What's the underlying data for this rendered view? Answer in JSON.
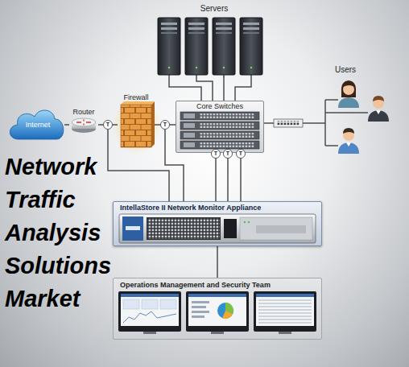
{
  "diagram": {
    "title": "Network Traffic Analysis Solutions Market",
    "nodes": [
      {
        "text": [
          "Servers"
        ]
      },
      {
        "text": [
          "Users"
        ]
      },
      {
        "text": [
          "Internet"
        ]
      },
      {
        "text": [
          "Router"
        ]
      },
      {
        "text": [
          "Firewall"
        ]
      },
      {
        "text": [
          "Core Switches"
        ]
      },
      {
        "text": [
          "IntellaStore II Network Monitor Appliance"
        ]
      },
      {
        "text": [
          "Operations Management and Security Team"
        ]
      }
    ],
    "edges": [
      {
        "from": 2,
        "to": 3,
        "arrow": "none"
      },
      {
        "from": 3,
        "to": 4,
        "label": "T",
        "arrow": "none"
      },
      {
        "from": 4,
        "to": 5,
        "label": "T",
        "arrow": "none"
      },
      {
        "from": 0,
        "to": 5,
        "arrow": "none"
      },
      {
        "from": 5,
        "to": 1,
        "arrow": "none"
      },
      {
        "from": 5,
        "to": 6,
        "label": "T",
        "arrow": "none"
      },
      {
        "from": 5,
        "to": 6,
        "label": "T",
        "arrow": "none"
      },
      {
        "from": 5,
        "to": 6,
        "label": "T",
        "arrow": "none"
      },
      {
        "from": 6,
        "to": 7,
        "arrow": "none"
      }
    ]
  }
}
